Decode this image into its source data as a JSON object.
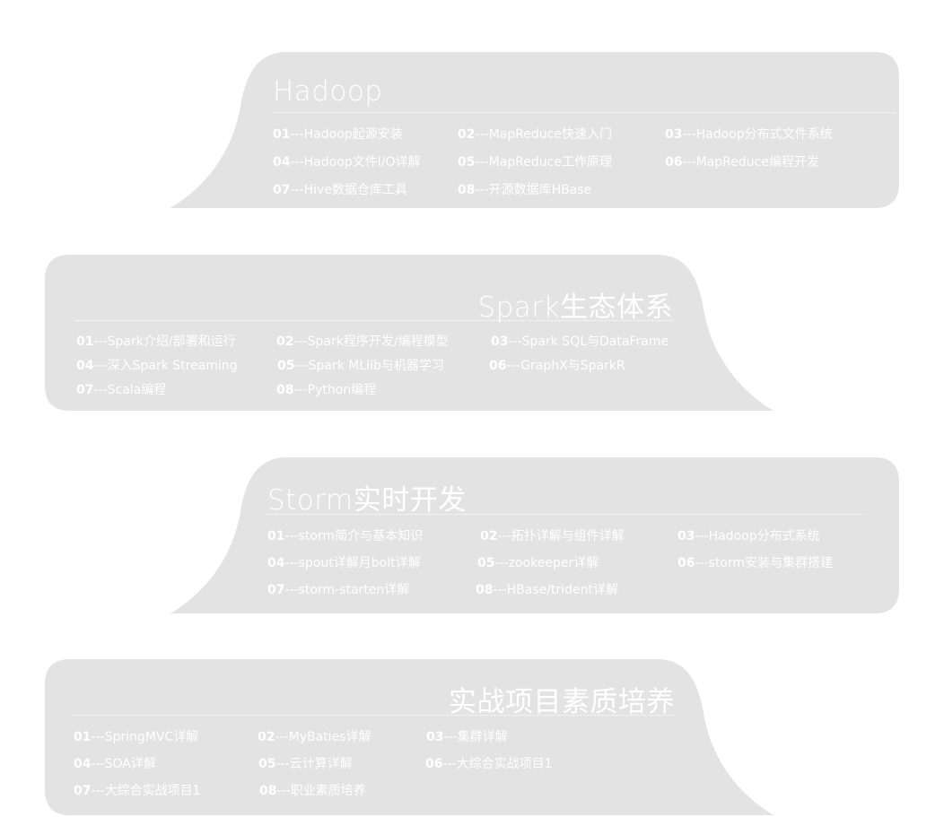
{
  "colors": {
    "card_bg": "#e3e3e3",
    "text": "#ffffff"
  },
  "cards": [
    {
      "title": "Hadoop",
      "items": [
        {
          "num": "01",
          "text": "---Hadoop起源安装"
        },
        {
          "num": "02",
          "text": "---MapReduce快速入门"
        },
        {
          "num": "03",
          "text": "---Hadoop分布式文件系统"
        },
        {
          "num": "04",
          "text": "---Hadoop文件I/O详解"
        },
        {
          "num": "05",
          "text": "---MapReduce工作原理"
        },
        {
          "num": "06",
          "text": "---MapReduce编程开发"
        },
        {
          "num": "07",
          "text": "---Hive数据仓库工具"
        },
        {
          "num": "08",
          "text": "---开源数据库HBase"
        }
      ]
    },
    {
      "title": "Spark生态体系",
      "items": [
        {
          "num": "01",
          "text": "---Spark介绍/部署和运行"
        },
        {
          "num": "02",
          "text": "---Spark程序开发/编程模型"
        },
        {
          "num": "03",
          "text": "---Spark SQL与DataFrame"
        },
        {
          "num": "04",
          "text": "---深入Spark Streaming"
        },
        {
          "num": "05",
          "text": "---Spark MLlib与机器学习"
        },
        {
          "num": "06",
          "text": "---GraphX与SparkR"
        },
        {
          "num": "07",
          "text": "---Scala编程"
        },
        {
          "num": "08",
          "text": "---Python编程"
        }
      ]
    },
    {
      "title": "Storm实时开发",
      "items": [
        {
          "num": "01",
          "text": "---storm简介与基本知识"
        },
        {
          "num": "02",
          "text": "---拓扑详解与组件详解"
        },
        {
          "num": "03",
          "text": "---Hadoop分布式系统"
        },
        {
          "num": "04",
          "text": "---spout详解月bolt详解"
        },
        {
          "num": "05",
          "text": "---zookeeper详解"
        },
        {
          "num": "06",
          "text": "---storm安装与集群搭建"
        },
        {
          "num": "07",
          "text": "---storm-starten详解"
        },
        {
          "num": "08",
          "text": "---HBase/trident详解"
        }
      ]
    },
    {
      "title": "实战项目素质培养",
      "items": [
        {
          "num": "01",
          "text": "---SpringMVC详解"
        },
        {
          "num": "02",
          "text": "---MyBaties详解"
        },
        {
          "num": "03",
          "text": "---集群详解"
        },
        {
          "num": "04",
          "text": "---SOA详解"
        },
        {
          "num": "05",
          "text": "---云计算详解"
        },
        {
          "num": "06",
          "text": "---大综合实战项目1"
        },
        {
          "num": "07",
          "text": "---大综合实战项目1"
        },
        {
          "num": "08",
          "text": "---职业素质培养"
        }
      ]
    }
  ]
}
